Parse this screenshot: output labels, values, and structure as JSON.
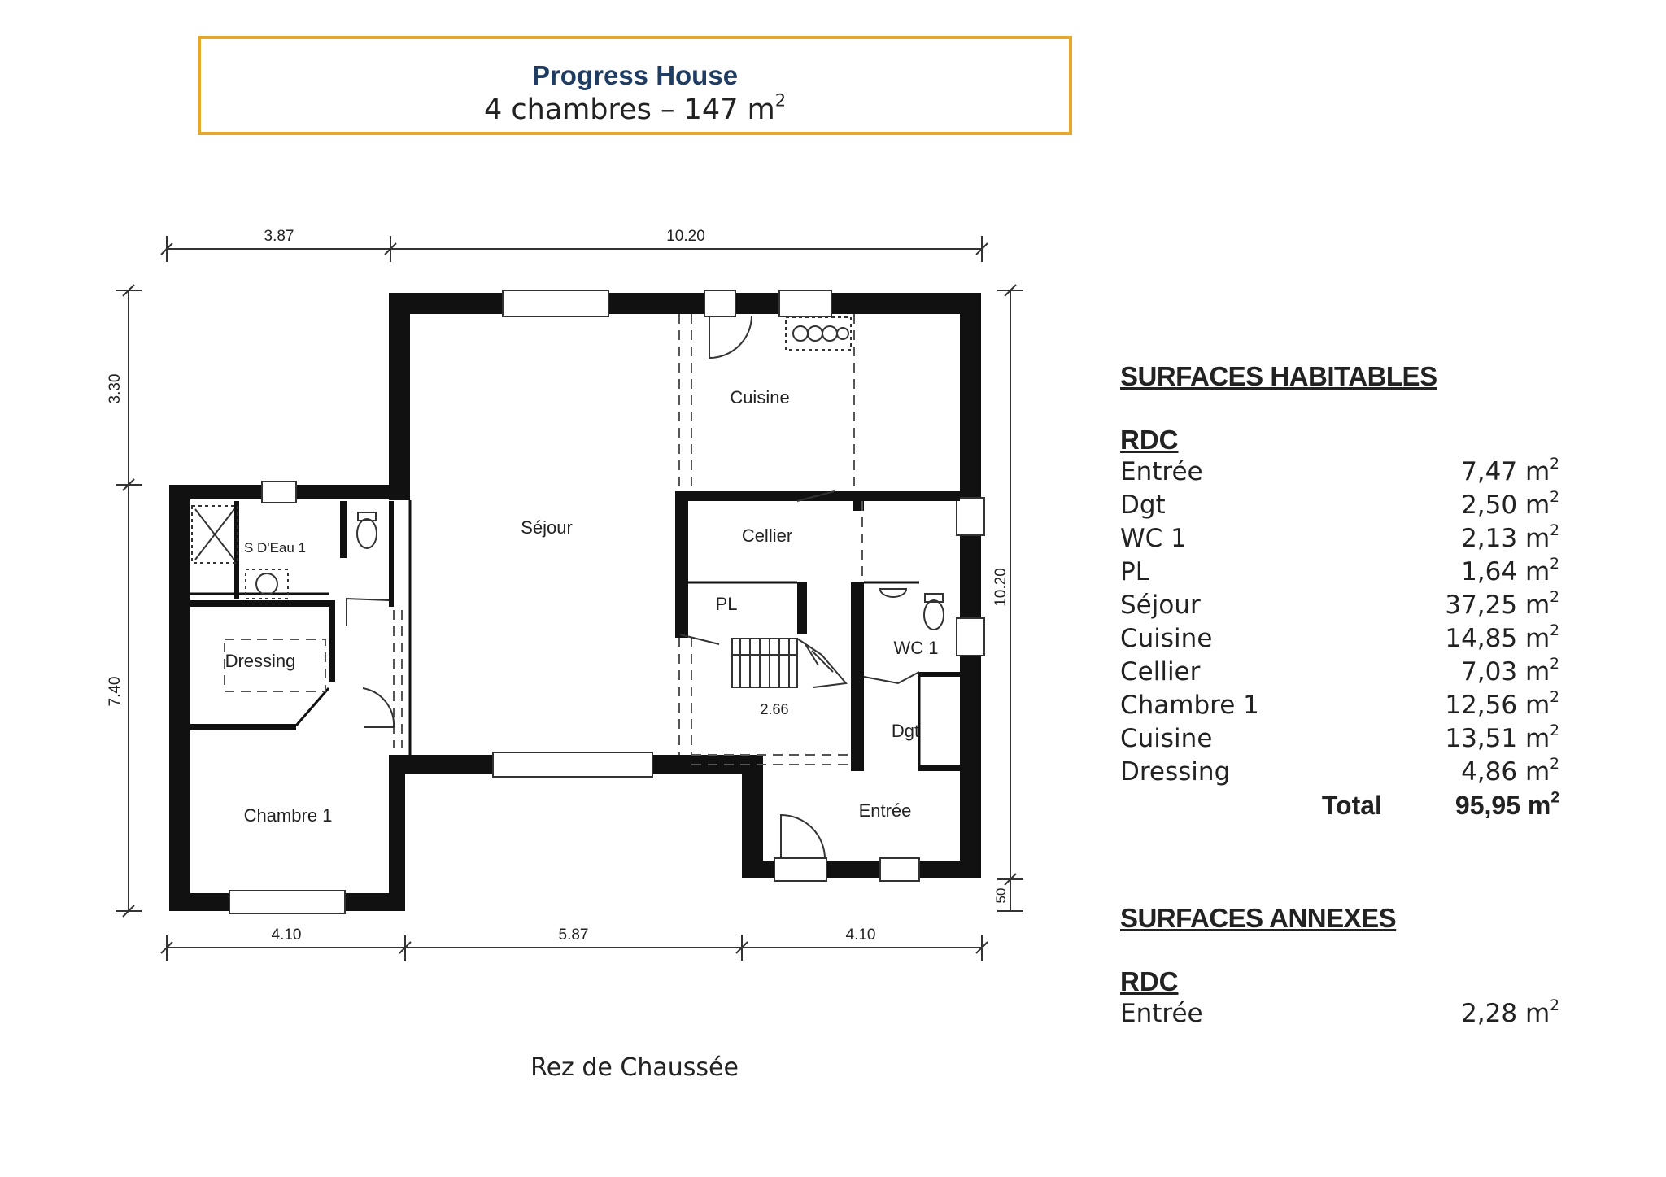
{
  "header": {
    "title": "Progress House",
    "subtitle": "4 chambres – 147 m",
    "subtitle_sup": "2"
  },
  "plan": {
    "caption": "Rez de Chaussée",
    "rooms": {
      "sejour": "Séjour",
      "cuisine": "Cuisine",
      "cellier": "Cellier",
      "pl": "PL",
      "wc": "WC 1",
      "dgt": "Dgt",
      "entree": "Entrée",
      "seau": "S D'Eau 1",
      "dressing": "Dressing",
      "chambre": "Chambre 1",
      "stair_width": "2.66"
    },
    "dimensions": {
      "top_left": "3.87",
      "top_right": "10.20",
      "left_top": "3.30",
      "left_bottom": "7.40",
      "right_main": "10.20",
      "right_small": "50",
      "bottom_left": "4.10",
      "bottom_mid": "5.87",
      "bottom_right": "4.10"
    }
  },
  "surfaces_habitables": {
    "heading": "SURFACES HABITABLES",
    "level": "RDC",
    "unit": "m",
    "unit_sup": "2",
    "rows": [
      {
        "name": "Entrée",
        "value": "7,47"
      },
      {
        "name": "Dgt",
        "value": "2,50"
      },
      {
        "name": "WC 1",
        "value": "2,13"
      },
      {
        "name": "PL",
        "value": "1,64"
      },
      {
        "name": "Séjour",
        "value": "37,25"
      },
      {
        "name": "Cuisine",
        "value": "14,85"
      },
      {
        "name": "Cellier",
        "value": "7,03"
      },
      {
        "name": "Chambre 1",
        "value": "12,56"
      },
      {
        "name": "Cuisine",
        "value": "13,51"
      },
      {
        "name": "Dressing",
        "value": "4,86"
      }
    ],
    "total_label": "Total",
    "total_value": "95,95"
  },
  "surfaces_annexes": {
    "heading": "SURFACES ANNEXES",
    "level": "RDC",
    "rows": [
      {
        "name": "Entrée",
        "value": "2,28"
      }
    ]
  }
}
